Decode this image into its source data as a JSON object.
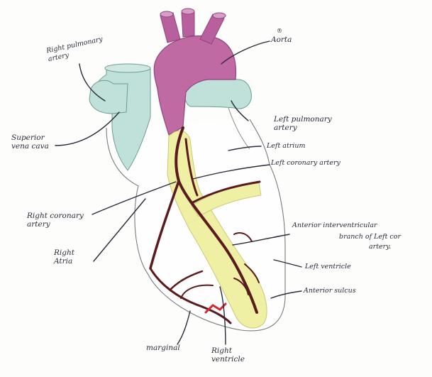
{
  "labels": {
    "aorta_mark": "®",
    "aorta": "Aorta",
    "right_pulmonary_artery": "Right pulmonary\nartery",
    "superior_vena_cava": "Superior\nvena cava",
    "left_pulmonary_artery": "Left pulmonary\nartery",
    "left_atrium": "Left atrium",
    "left_coronary_artery": "Left coronary artery",
    "right_coronary_artery": "Right coronary\nartery",
    "right_atria": "Right\nAtria",
    "anterior_interventricular_line1": "Anterior interventricular",
    "anterior_interventricular_line2": "branch of Left cor",
    "anterior_interventricular_line3": "artery.",
    "left_ventricle": "Left ventricle",
    "anterior_sulcus": "Anterior sulcus",
    "marginal": "marginal",
    "right_ventricle": "Right\nventricle"
  },
  "colors": {
    "aorta": "#b8609e",
    "aorta_dark": "#93437f",
    "pulmonary": "#bfe1d9",
    "coronary_artery": "#5a1a1e",
    "sulcus": "#f0f0a4",
    "marginal_red": "#d8262e",
    "ink": "#2b2b3b"
  }
}
